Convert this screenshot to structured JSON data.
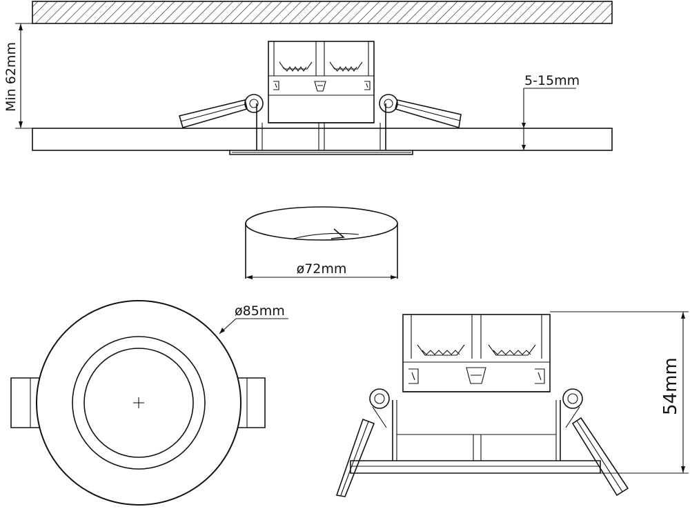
{
  "dimensions": {
    "min_height": "Min 62mm",
    "ceiling_thickness": "5-15mm",
    "cutout_diameter": "ø72mm",
    "outer_diameter": "ø85mm",
    "fixture_height": "54mm"
  },
  "colors": {
    "line": "#111111",
    "background": "#ffffff"
  }
}
